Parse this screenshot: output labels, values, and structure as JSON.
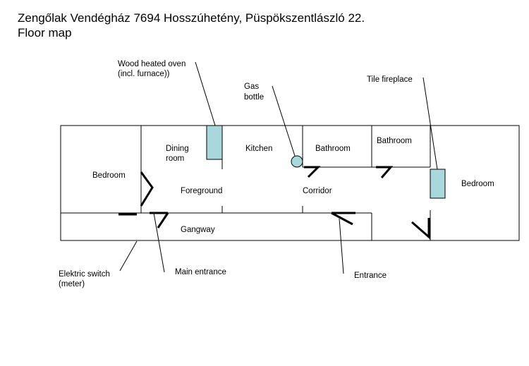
{
  "title": {
    "line1": "Zengőlak Vendégház 7694 Hosszúhetény, Püspökszentlászló 22.",
    "line2": "Floor map"
  },
  "rooms": {
    "bedroom_left": "Bedroom",
    "dining_1": "Dining",
    "dining_2": "room",
    "kitchen": "Kitchen",
    "bathroom_1": "Bathroom",
    "bathroom_2": "Bathroom",
    "foreground": "Foreground",
    "corridor": "Corridor",
    "bedroom_right": "Bedroom",
    "gangway": "Gangway"
  },
  "callouts": {
    "oven_1": "Wood heated oven",
    "oven_2": "(incl. furnace))",
    "gas_1": "Gas",
    "gas_2": "bottle",
    "tile_fireplace": "Tile fireplace",
    "switch_1": "Elektric switch",
    "switch_2": "(meter)",
    "main_entrance": "Main entrance",
    "entrance": "Entrance"
  },
  "colors": {
    "fixture_fill": "#a8d8dc",
    "line": "#000000"
  }
}
